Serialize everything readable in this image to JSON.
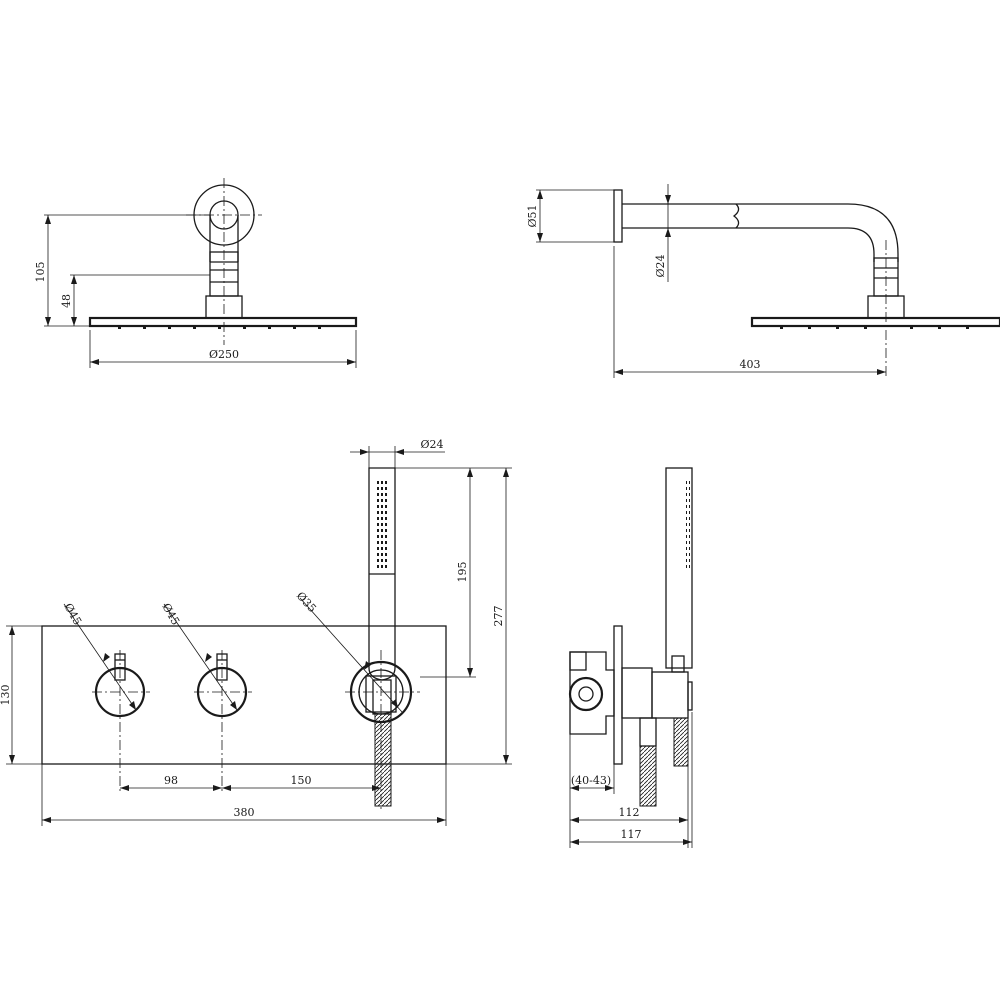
{
  "dimensions": {
    "head_top_height": "105",
    "head_arm_height": "48",
    "head_diameter": "Ø250",
    "wall_flange_diameter": "Ø51",
    "arm_diameter": "Ø24",
    "arm_projection": "403",
    "handshower_diameter": "Ø24",
    "handshower_length": "195",
    "overall_height": "277",
    "plate_height": "130",
    "knob1_diameter": "Ø45",
    "knob2_diameter": "Ø45",
    "holder_diameter": "Ø35",
    "knob_spacing": "98",
    "holder_spacing": "150",
    "plate_width": "380",
    "wall_depth_range": "(40-43)",
    "depth_1": "112",
    "depth_2": "117"
  }
}
